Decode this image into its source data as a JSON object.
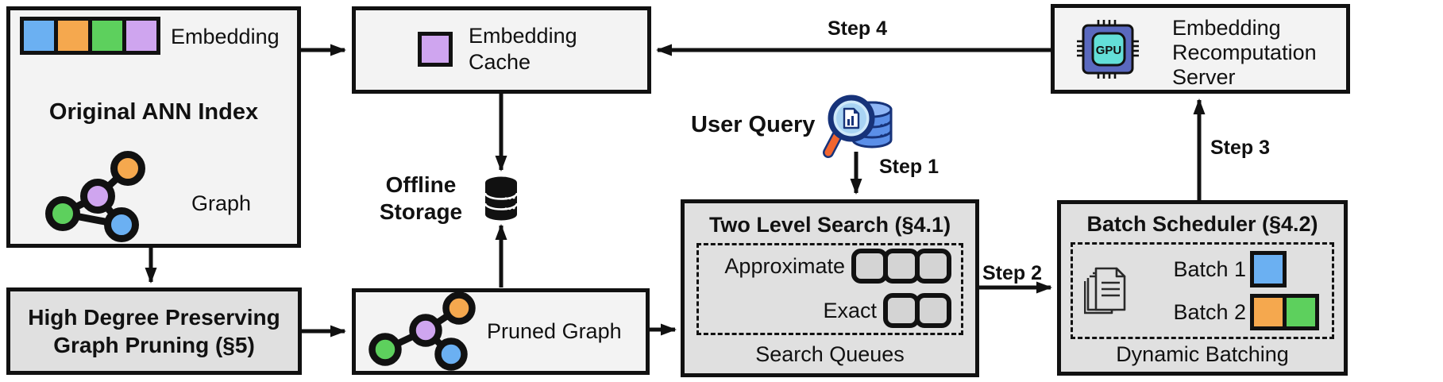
{
  "figure": {
    "type": "system-architecture-diagram"
  },
  "colors": {
    "blue": "#6bb0f2",
    "orange": "#f5a84e",
    "green": "#5dd05d",
    "purple": "#cfa5ef",
    "box_light": "#f3f3f3",
    "box_dark": "#e0e0e0",
    "border": "#111111",
    "queue_fill": "#d4d4d4",
    "gpu_body": "#5a69bf",
    "gpu_screen": "#63dfd8",
    "uq_db": "#5b8fe8",
    "uq_dark": "#17337a",
    "uq_lens": "#cfe9fa",
    "uq_handle": "#f2652f",
    "storage_black": "#111111"
  },
  "nodes": {
    "original_ann_index": {
      "title": "Original ANN Index",
      "embedding_label": "Embedding",
      "graph_label": "Graph"
    },
    "high_degree_pruning": {
      "label": "High Degree Preserving Graph Pruning (§5)"
    },
    "embedding_cache": {
      "label": "Embedding Cache"
    },
    "offline_storage": {
      "label": "Offline Storage"
    },
    "pruned_graph": {
      "label": "Pruned Graph"
    },
    "two_level_search": {
      "title": "Two Level Search (§4.1)",
      "level1_label": "Approximate",
      "level2_label": "Exact",
      "footer": "Search Queues",
      "approximate_queue_count": 3,
      "exact_queue_count": 2
    },
    "batch_scheduler": {
      "title": "Batch Scheduler (§4.2)",
      "batch1_label": "Batch 1",
      "batch2_label": "Batch 2",
      "footer": "Dynamic Batching"
    },
    "recomputation_server": {
      "label": "Embedding Recomputation Server",
      "gpu_chip_text": "GPU"
    }
  },
  "flow_labels": {
    "user_query": "User Query",
    "step1": "Step 1",
    "step2": "Step 2",
    "step3": "Step 3",
    "step4": "Step 4"
  },
  "icons": {
    "embedding_vector": "colored-squares-strip",
    "offline_storage": "database-icon",
    "user_query": "magnifier-database-icon",
    "recomputation_server": "gpu-chip-icon",
    "batch_scheduler": "documents-icon"
  }
}
